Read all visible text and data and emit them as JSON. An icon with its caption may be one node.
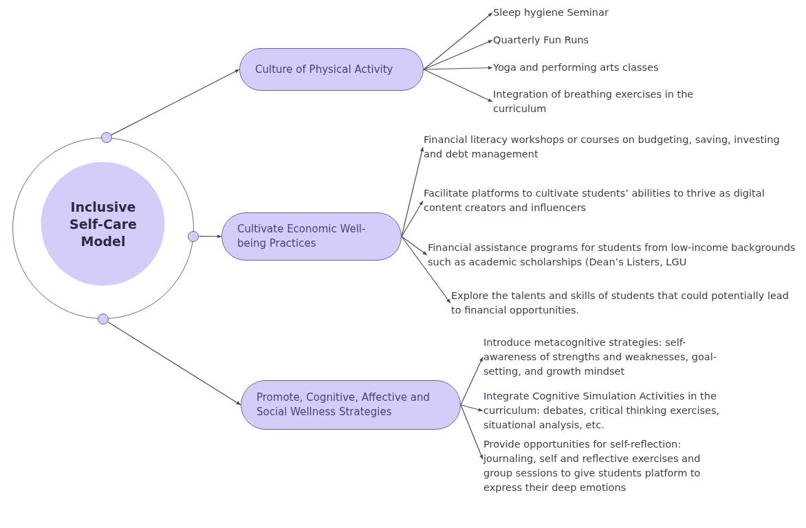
{
  "diagram": {
    "nodes": [
      {
        "text": [
          "Inclusive Self-Care Model"
        ]
      },
      {
        "text": [],
        "shape": "circle"
      },
      {
        "text": [],
        "shape": "circle"
      },
      {
        "text": [],
        "shape": "circle"
      },
      {
        "text": [
          "Culture of Physical Activity"
        ]
      },
      {
        "text": [
          "Cultivate Economic Well-being Practices"
        ]
      },
      {
        "text": [
          "Promote, Cognitive, Affective and Social Wellness Strategies"
        ]
      },
      {
        "text": [
          "Sleep hygiene Seminar"
        ]
      },
      {
        "text": [
          "Quarterly Fun Runs"
        ]
      },
      {
        "text": [
          "Yoga and performing arts classes"
        ]
      },
      {
        "text": [
          "Integration of breathing exercises in the curriculum"
        ]
      },
      {
        "text": [
          "Financial literacy workshops or courses on budgeting, saving, investing and debt management"
        ]
      },
      {
        "text": [
          "Facilitate platforms to cultivate students’ abilities to thrive as digital content creators and influencers"
        ]
      },
      {
        "text": [
          "Financial assistance programs for students from low-income backgrounds such as academic scholarships (Dean’s Listers, LGU"
        ]
      },
      {
        "text": [
          "Explore the talents and skills of students that could potentially lead to financial opportunities."
        ]
      },
      {
        "text": [
          "Introduce metacognitive strategies: self-awareness of strengths and weaknesses, goal-setting, and growth mindset"
        ]
      },
      {
        "text": [
          "Integrate Cognitive Simulation Activities in the curriculum: debates, critical thinking exercises, situational analysis, etc."
        ]
      },
      {
        "text": [
          "Provide opportunities for self-reflection: journaling, self and reflective exercises and group sessions to give students platform to express their deep emotions"
        ]
      }
    ],
    "edges": [
      {
        "from": 1,
        "to": 4,
        "arrow": "to"
      },
      {
        "from": 2,
        "to": 5,
        "arrow": "to"
      },
      {
        "from": 3,
        "to": 6,
        "arrow": "to"
      },
      {
        "from": 4,
        "to": 7,
        "arrow": "to"
      },
      {
        "from": 4,
        "to": 8,
        "arrow": "to"
      },
      {
        "from": 4,
        "to": 9,
        "arrow": "to"
      },
      {
        "from": 4,
        "to": 10,
        "arrow": "to"
      },
      {
        "from": 5,
        "to": 11,
        "arrow": "to"
      },
      {
        "from": 5,
        "to": 12,
        "arrow": "to"
      },
      {
        "from": 5,
        "to": 13,
        "arrow": "to"
      },
      {
        "from": 5,
        "to": 14,
        "arrow": "to"
      },
      {
        "from": 6,
        "to": 15,
        "arrow": "to"
      },
      {
        "from": 6,
        "to": 16,
        "arrow": "to"
      },
      {
        "from": 6,
        "to": 17,
        "arrow": "to"
      }
    ]
  }
}
